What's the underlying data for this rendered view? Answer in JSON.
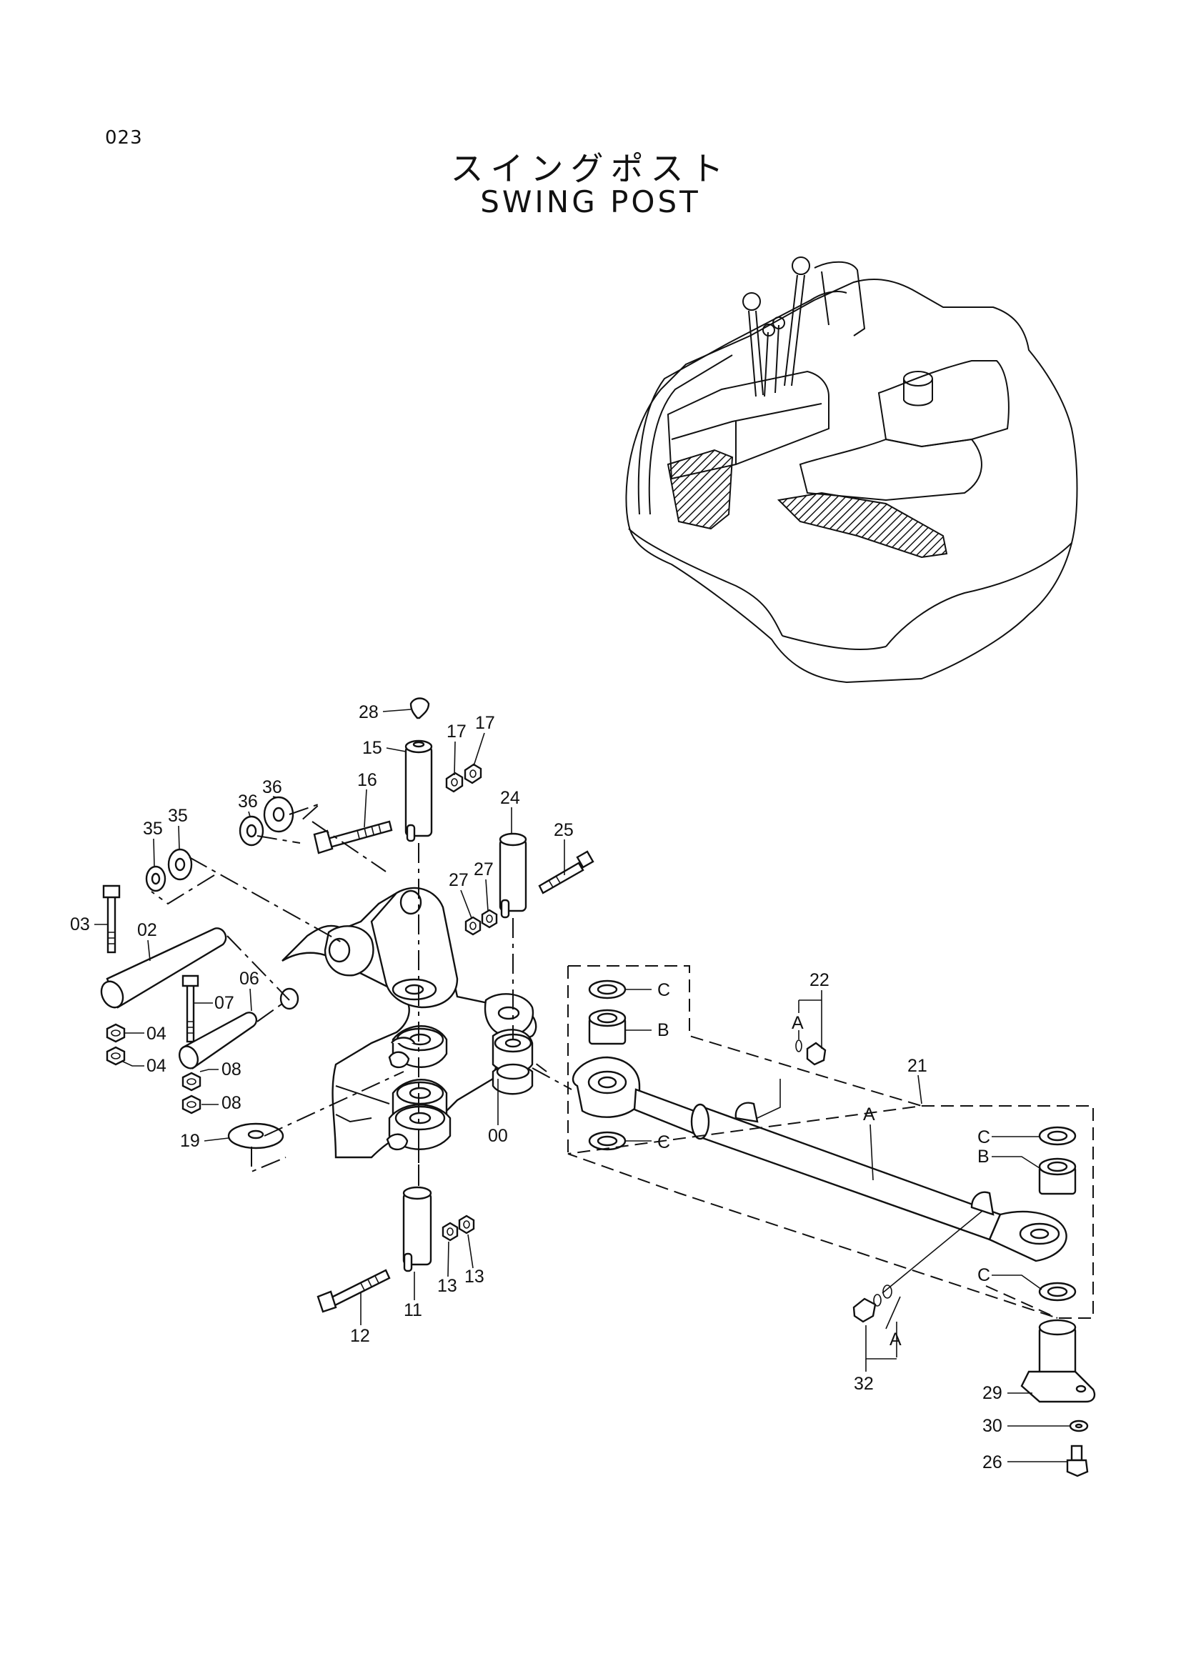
{
  "page_number": "023",
  "title_jp": "スイングポスト",
  "title_en": "SWING POST",
  "callouts": {
    "c28": "28",
    "c15": "15",
    "c17a": "17",
    "c17b": "17",
    "c16": "16",
    "c36a": "36",
    "c36b": "36",
    "c35a": "35",
    "c35b": "35",
    "c24": "24",
    "c25": "25",
    "c27a": "27",
    "c27b": "27",
    "c03": "03",
    "c02": "02",
    "c06": "06",
    "c07": "07",
    "c04a": "04",
    "c04b": "04",
    "c08a": "08",
    "c08b": "08",
    "c19": "19",
    "c00": "00",
    "c11": "11",
    "c12": "12",
    "c13a": "13",
    "c13b": "13",
    "c22": "22",
    "c21": "21",
    "cA1": "A",
    "cA2": "A",
    "cA3": "A",
    "cC1": "C",
    "cB1": "B",
    "cC2": "C",
    "cC3": "C",
    "cB2": "B",
    "cC4": "C",
    "c32": "32",
    "c29": "29",
    "c30": "30",
    "c26": "26"
  }
}
